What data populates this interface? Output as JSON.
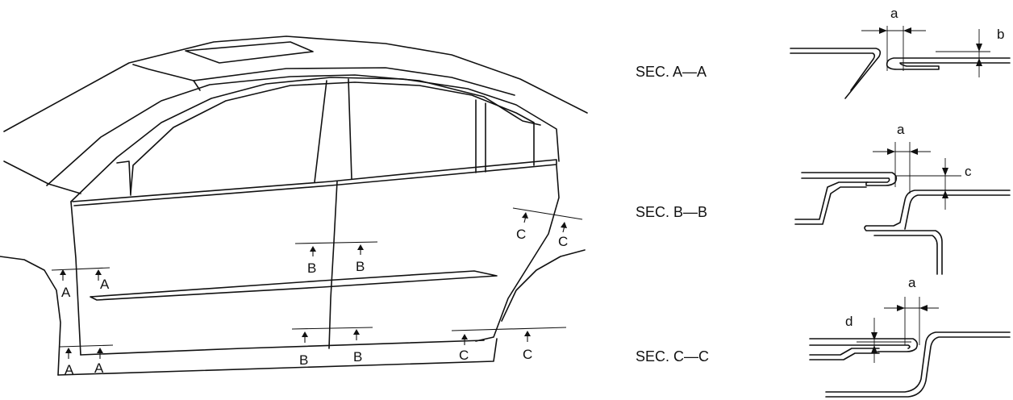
{
  "section_titles": {
    "aa": "SEC. A—A",
    "bb": "SEC. B—B",
    "cc": "SEC. C—C"
  },
  "callouts": {
    "a": "a",
    "b": "b",
    "c": "c",
    "d": "d"
  },
  "markers": {
    "A": "A",
    "B": "B",
    "C": "C"
  }
}
